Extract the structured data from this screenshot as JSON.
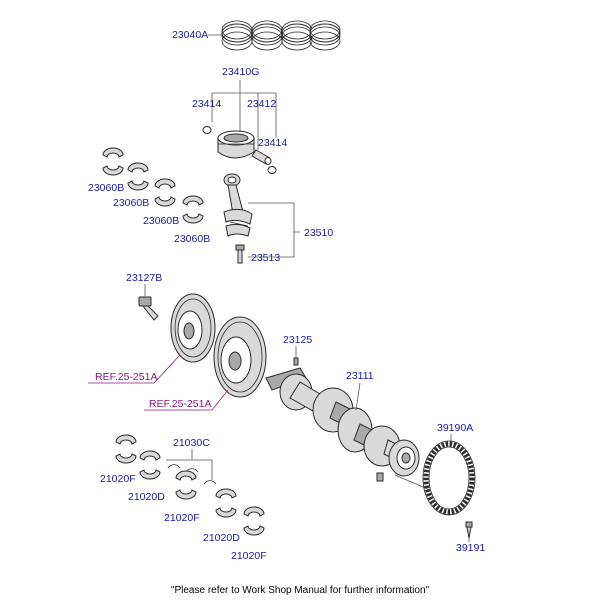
{
  "labels": {
    "piston_ring_set": "23040A",
    "piston_assy": "23410G",
    "snap_ring_left": "23414",
    "piston_pin": "23412",
    "snap_ring_right": "23414",
    "conrod_bearing_1": "23060B",
    "conrod_bearing_2": "23060B",
    "conrod_bearing_3": "23060B",
    "conrod_bearing_4": "23060B",
    "connecting_rod": "23510",
    "conrod_bolt": "23513",
    "pulley_bolt": "23127B",
    "pin": "23125",
    "crankshaft": "23111",
    "target_wheel": "39190A",
    "target_wheel_bolt": "39191",
    "thrust_washer": "21030C",
    "main_bearing_1": "21020F",
    "main_bearing_2": "21020D",
    "main_bearing_3": "21020F",
    "main_bearing_4": "21020D",
    "main_bearing_5": "21020F",
    "ref_pulley": "REF.25-251A",
    "ref_damper": "REF.25-251A"
  },
  "footer": {
    "note": "\"Please refer to Work Shop Manual for further information\""
  },
  "colors": {
    "label": "#1a1aa6",
    "reference": "#8a1a8a",
    "outline": "#2b2b2b"
  }
}
